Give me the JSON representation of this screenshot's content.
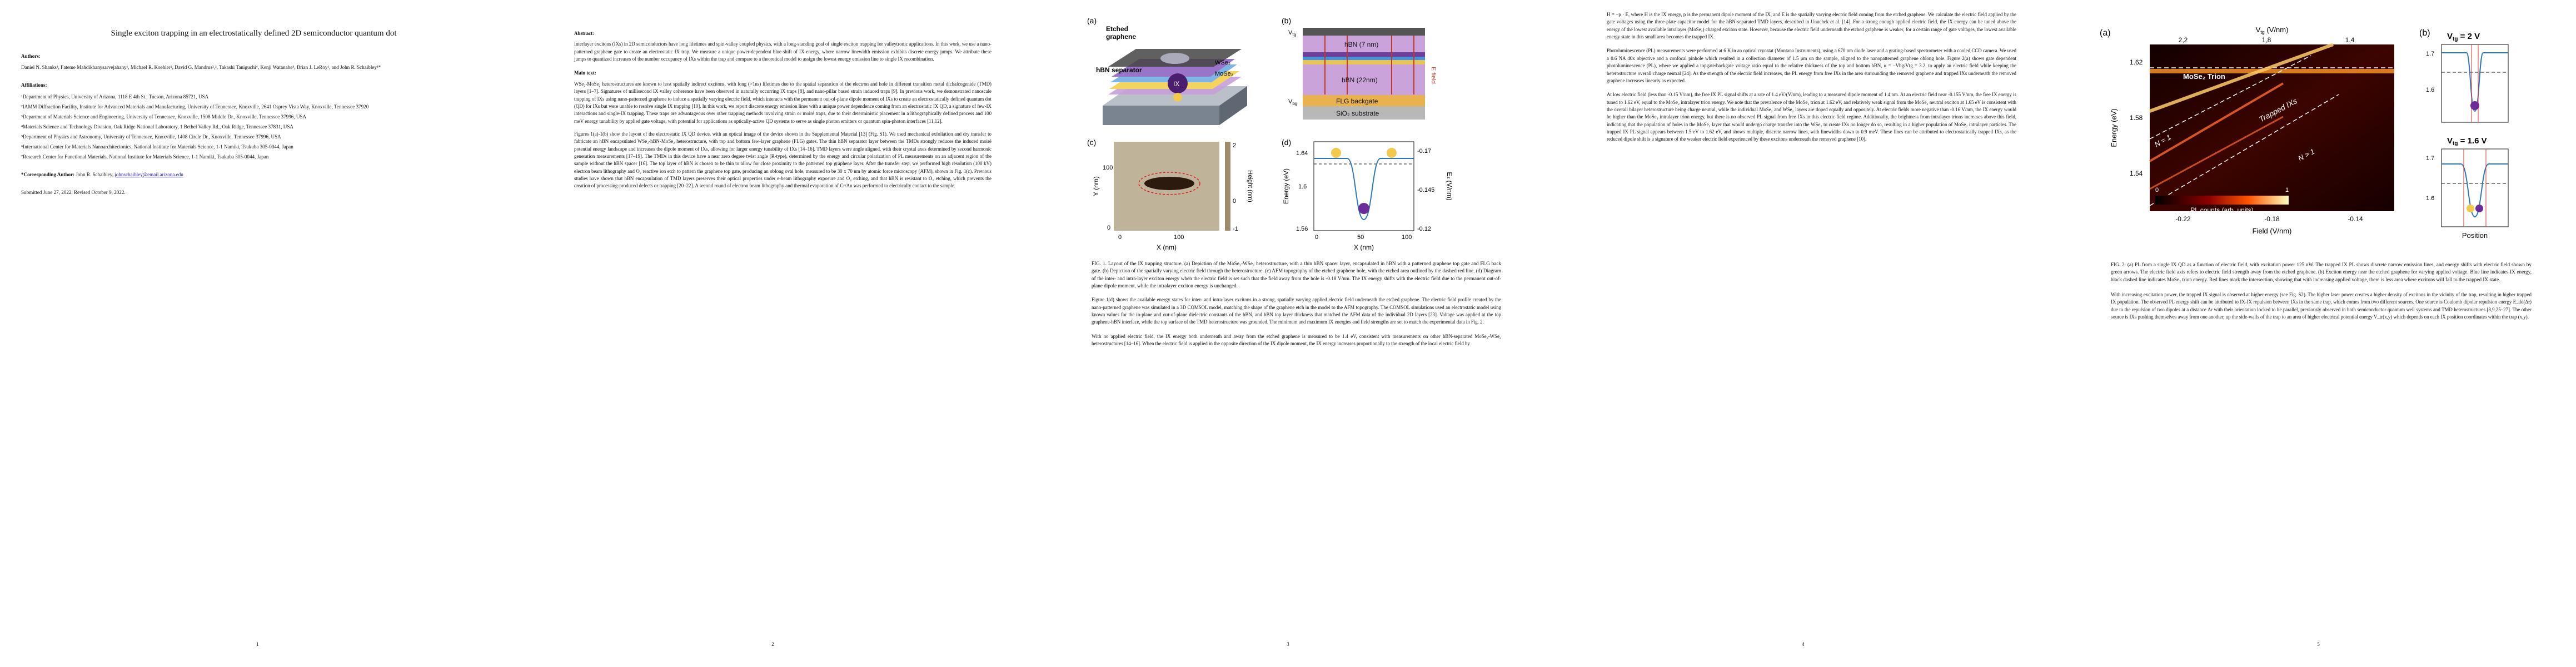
{
  "page1": {
    "title": "Single exciton trapping in an electrostatically defined 2D semiconductor quantum dot",
    "authors_heading": "Authors:",
    "authors": "Daniel N. Shanks¹, Fateme Mahdikhanysarvejahany¹, Michael R. Koehler², David G. Mandrus²,³, Takashi Taniguchi⁴, Kenji Watanabe⁵, Brian J. LeRoy¹, and John R. Schaibley¹*",
    "affiliations_heading": "Affiliations:",
    "affiliations": [
      "¹Department of Physics, University of Arizona, 1118 E 4th St., Tucson, Arizona 85721, USA",
      "²IAMM Diffraction Facility, Institute for Advanced Materials and Manufacturing, University of Tennessee, Knoxville, 2641 Osprey Vista Way, Knoxville, Tennessee 37920",
      "³Department of Materials Science and Engineering, University of Tennessee, Knoxville, 1508 Middle Dr., Knoxville, Tennessee 37996, USA",
      "⁴Materials Science and Technology Division, Oak Ridge National Laboratory, 1 Bethel Valley Rd., Oak Ridge, Tennessee 37831, USA",
      "⁵Department of Physics and Astronomy, University of Tennessee, Knoxville, 1408 Circle Dr., Knoxville, Tennessee 37996, USA",
      "⁶International Center for Materials Nanoarchitectonics, National Institute for Materials Science, 1-1 Namiki, Tsukuba 305-0044, Japan",
      "⁷Research Center for Functional Materials, National Institute for Materials Science, 1-1 Namiki, Tsukuba 305-0044, Japan"
    ],
    "corresponding_label": "*Corresponding Author:",
    "corresponding_name": "John R. Schaibley,",
    "corresponding_email": "johnschaibley@email.arizona.edu",
    "submitted": "Submitted June 27, 2022. Revised October 9, 2022.",
    "page_number": "1"
  },
  "page2": {
    "abstract_heading": "Abstract:",
    "abstract": "Interlayer excitons (IXs) in 2D semiconductors have long lifetimes and spin-valley coupled physics, with a long-standing goal of single exciton trapping for valleytronic applications. In this work, we use a nano-patterned graphene gate to create an electrostatic IX trap. We measure a unique power-dependent blue-shift of IX energy, where narrow linewidth emission exhibits discrete energy jumps. We attribute these jumps to quantized increases of the number occupancy of IXs within the trap and compare to a theoretical model to assign the lowest energy emission line to single IX recombination.",
    "main_heading": "Main text:",
    "main_p1": "WSe₂-MoSe₂ heterostructures are known to host spatially indirect excitons, with long (>1ns) lifetimes due to the spatial separation of the electron and hole in different transition metal dichalcogenide (TMD) layers [1–7]. Signatures of millisecond IX valley coherence have been observed in naturally occurring IX traps [8], and nano-pillar based strain induced traps [9]. In previous work, we demonstrated nanoscale trapping of IXs using nano-patterned graphene to induce a spatially varying electric field, which interacts with the permanent out-of-plane dipole moment of IXs to create an electrostatically defined quantum dot (QD) for IXs but were unable to resolve single IX trapping [10]. In this work, we report discrete energy emission lines with a unique power dependence coming from an electrostatic IX QD, a signature of few-IX interactions and single-IX trapping. These traps are advantageous over other trapping methods involving strain or moiré traps, due to their deterministic placement in a lithographically defined process and 100 meV energy tunability by applied gate voltage, with potential for applications as optically-active QD systems to serve as single photon emitters or quantum spin-photon interfaces [11,12].",
    "main_p2": "Figures 1(a)-1(b) show the layout of the electrostatic IX QD device, with an optical image of the device shown in the Supplemental Material [13] (Fig. S1). We used mechanical exfoliation and dry transfer to fabricate an hBN encapsulated WSe₂-hBN-MoSe₂ heterostructure, with top and bottom few-layer graphene (FLG) gates. The thin hBN separator layer between the TMDs strongly reduces the induced moiré potential energy landscape and increases the dipole moment of IXs, allowing for larger energy tunability of IXs [14–16]. TMD layers were angle aligned, with their crystal axes determined by second harmonic generation measurements [17–19]. The TMDs in this device have a near zero degree twist angle (R-type), determined by the energy and circular polarization of PL measurements on an adjacent region of the sample without the hBN spacer [16]. The top layer of hBN is chosen to be thin to allow for close proximity to the patterned top graphene layer. After the transfer step, we performed high resolution (100 kV) electron beam lithography and O₂ reactive ion etch to pattern the graphene top gate, producing an oblong oval hole, measured to be 30 x 70 nm by atomic force microscopy (AFM), shown in Fig. 1(c). Previous studies have shown that hBN encapsulation of TMD layers preserves their optical properties under e-beam lithography exposure and O₂ etching, and that hBN is resistant to O₂ etching, which prevents the creation of processing-produced defects or trapping [20–22]. A second round of electron beam lithography and thermal evaporation of Cr/Au was performed to electrically contact to the sample.",
    "page_number": "2"
  },
  "page3": {
    "fig_a": {
      "letter": "(a)",
      "etched": "Etched",
      "graphene": "graphene",
      "hbn_sep": "hBN separator",
      "wse2": "WSe₂",
      "mose2": "MoSe₂",
      "ix": "IX"
    },
    "fig_b": {
      "letter": "(b)",
      "hbn7": "hBN (7 nm)",
      "hbn22": "hBN (22nm)",
      "flg": "FLG backgate",
      "sio2": "SiO₂ substrate",
      "efield": "E field",
      "vtg": "V",
      "vtg_sub": "tg",
      "vbg": "V",
      "vbg_sub": "bg"
    },
    "fig_c": {
      "letter": "(c)",
      "ylabel": "Y (nm)",
      "xlabel": "X (nm)",
      "xticks": [
        "0",
        "100"
      ],
      "yticks": [
        "0",
        "100"
      ],
      "cbar_label": "Height (nm)",
      "cbar_ticks": [
        "2",
        "0",
        "-1"
      ]
    },
    "fig_d": {
      "letter": "(d)",
      "ylabel": "Energy (eV)",
      "xlabel": "X (nm)",
      "xticks": [
        "0",
        "50",
        "100"
      ],
      "yticks": [
        "1.64",
        "1.6",
        "1.56"
      ],
      "y2label": "E",
      "y2label_sub": "z",
      "y2unit": " (V/nm)",
      "y2ticks": [
        "-0.17",
        "-0.145",
        "-0.12"
      ]
    },
    "caption": "FIG. 1. Layout of the IX trapping structure. (a) Depiction of the MoSe₂-WSe₂ heterostructure, with a thin hBN spacer layer, encapsulated in hBN with a patterned graphene top gate and FLG back gate. (b) Depiction of the spatially varying electric field through the heterostructure. (c) AFM topography of the etched graphene hole, with the etched area outlined by the dashed red line. (d) Diagram of the inter- and intra-layer exciton energy when the electric field is set such that the field away from the hole is -0.18 V/nm. The IX energy shifts with the electric field due to the permanent out-of-plane dipole moment, while the intralayer exciton energy is unchanged.",
    "p1": "Figure 1(d) shows the available energy states for inter- and intra-layer excitons in a strong, spatially varying applied electric field underneath the etched graphene. The electric field profile created by the nano-patterned graphene was simulated in a 3D COMSOL model, matching the shape of the graphene etch in the model to the AFM topography. The COMSOL simulations used an electrostatic model using known values for the in-plane and out-of-plane dielectric constants of the hBN, and hBN top layer thickness that matched the AFM data of the individual 2D layers [23]. Voltage was applied at the top graphene-hBN interface, while the top surface of the TMD heterostructure was grounded. The minimum and maximum IX energies and field strengths are set to match the experimental data in Fig. 2.",
    "p2": "With no applied electric field, the IX energy both underneath and away from the etched graphene is measured to be 1.4 eV, consistent with measurements on other hBN-separated MoSe₂-WSe₂ heterostructures [14–16]. When the electric field is applied in the opposite direction of the IX dipole moment, the IX energy increases proportionally to the strength of the local electric field by",
    "page_number": "3"
  },
  "page4": {
    "p1": "H = −p · E, where H is the IX energy, p is the permanent dipole moment of the IX, and E is the spatially varying electric field coming from the etched graphene. We calculate the electric field applied by the gate voltages using the three-plate capacitor model for the hBN-separated TMD layers, described in Unuchek et al. [14]. For a strong enough applied electric field, the IX energy can be tuned above the energy of the lowest available intralayer (MoSe₂) charged exciton state. However, because the electric field underneath the etched graphene is weaker, for a certain range of gate voltages, the lowest available energy state in this small area becomes the trapped IX.",
    "p2": "Photoluminescence (PL) measurements were performed at 6 K in an optical cryostat (Montana Instruments), using a 670 nm diode laser and a grating-based spectrometer with a cooled CCD camera. We used a 0.6 NA 40x objective and a confocal pinhole which resulted in a collection diameter of 1.5 μm on the sample, aligned to the nanopatterned graphene oblong hole. Figure 2(a) shows gate dependent photoluminescence (PL), where we applied a topgate/backgate voltage ratio equal to the relative thickness of the top and bottom hBN, α = −Vbg/Vtg = 3.2, to apply an electric field while keeping the heterostructure overall charge neutral [24]. As the strength of the electric field increases, the PL energy from free IXs in the area surrounding the removed graphene and trapped IXs underneath the removed graphene increases linearly as expected.",
    "p3": "At low electric field (less than -0.15 V/nm), the free IX PL signal shifts at a rate of 1.4 eV/(V/nm), leading to a measured dipole moment of 1.4 nm. At an electric field near -0.155 V/nm, the free IX energy is tuned to 1.62 eV, equal to the MoSe₂ intralayer trion energy. We note that the prevalence of the MoSe₂ trion at 1.62 eV, and relatively weak signal from the MoSe₂ neutral exciton at 1.65 eV is consistent with the overall bilayer heterostructure being charge neutral, while the individual MoSe₂ and WSe₂ layers are doped equally and oppositely. At electric fields more negative than -0.16 V/nm, the IX energy would be higher than the MoSe₂ intralayer trion energy, but there is no observed PL signal from free IXs in this electric field regime. Additionally, the brightness from intralayer trions increases above this field, indicating that the population of holes in the MoSe₂ layer that would undergo charge transfer into the WSe₂ to create IXs no longer do so, resulting in a higher population of MoSe₂ intralayer particles. The trapped IX PL signal appears between 1.5 eV to 1.62 eV, and shows multiple, discrete narrow lines, with linewidths down to 0.9 meV. These lines can be attributed to electrostatically trapped IXs, as the reduced dipole shift is a signature of the weaker electric field experienced by these excitons underneath the removed graphene [10].",
    "page_number": "4"
  },
  "page5": {
    "fig_a": {
      "letter": "(a)",
      "top_label": "V",
      "top_label_sub": "tg",
      "top_unit": " (V/nm)",
      "top_ticks": [
        "2,2",
        "1,8",
        "1,4"
      ],
      "ylabel": "Energy (eV)",
      "yticks": [
        "1.62",
        "1.58",
        "1.54"
      ],
      "xlabel": "Field (V/nm)",
      "xticks": [
        "-0.22",
        "-0.18",
        "-0.14"
      ],
      "trion": "MoSe₂ Trion",
      "trapped": "Trapped IXs",
      "n1": "N = 1",
      "ngt1": "N > 1",
      "cbar_label": "PL counts (arb. units)",
      "cbar_min": "0",
      "cbar_max": "1"
    },
    "fig_b": {
      "letter": "(b)",
      "v1": "V",
      "v1_sub": "tg",
      "v1_val": " = 2 V",
      "v2": "V",
      "v2_sub": "tg",
      "v2_val": " = 1.6 V",
      "yticks1": [
        "1.7",
        "1.6"
      ],
      "yticks2": [
        "1.7",
        "1.6"
      ],
      "xlabel": "Position"
    },
    "caption": "FIG. 2: (a) PL from a single IX QD as a function of electric field, with excitation power 125 nW. The trapped IX PL shows discrete narrow emission lines, and energy shifts with electric field shown by green arrows. The electric field axis refers to electric field strength away from the etched graphene. (b) Exciton energy near the etched graphene for varying applied voltage. Blue line indicates IX energy, black dashed line indicates MoSe₂ trion energy. Red lines mark the intersection, showing that with increasing applied voltage, there is less area where excitons will fall to the trapped IX state.",
    "p1": "With increasing excitation power, the trapped IX signal is observed at higher energy (see Fig. S2). The higher laser power creates a higher density of excitons in the vicinity of the trap, resulting in higher trapped IX population. The observed PL energy shift can be attributed to IX-IX repulsion between IXs in the same trap, which comes from two different sources. One source is Coulomb dipolar repulsion energy E_dd(Δr) due to the repulsion of two dipoles at a distance Δr with their orientation locked to be parallel, previously observed in both semiconductor quantum well systems and TMD heterostructures [8,9,25–27]. The other source is IXs pushing themselves away from one another, up the side-walls of the trap to an area of higher electrical potential energy V_tr(x,y) which depends on each IX position coordinates within the trap (x,y).",
    "page_number": "5"
  }
}
